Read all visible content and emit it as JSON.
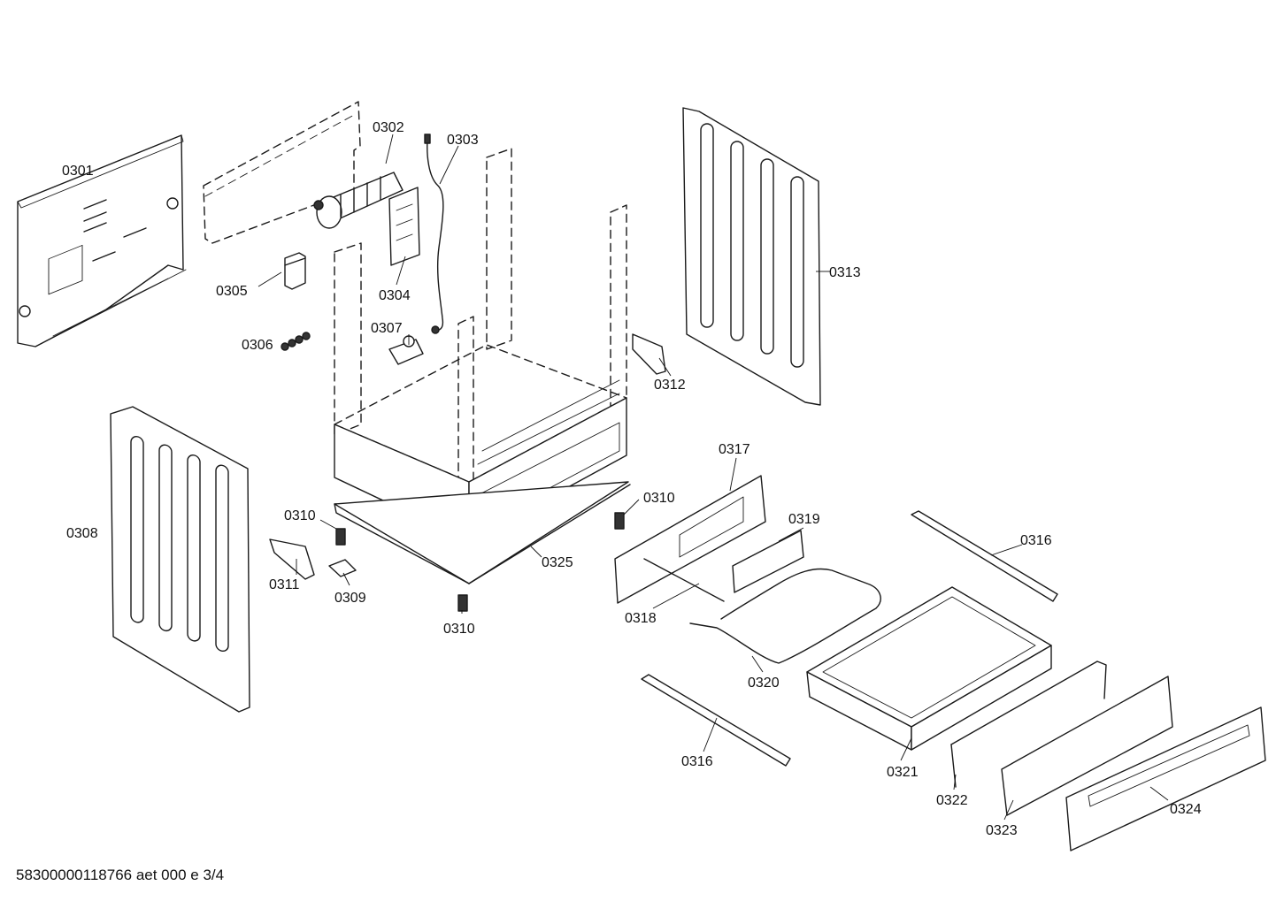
{
  "labels": {
    "p0301": "0301",
    "p0302": "0302",
    "p0303": "0303",
    "p0304": "0304",
    "p0305": "0305",
    "p0306": "0306",
    "p0307": "0307",
    "p0308": "0308",
    "p0309": "0309",
    "p0310a": "0310",
    "p0310b": "0310",
    "p0310c": "0310",
    "p0311": "0311",
    "p0312": "0312",
    "p0313": "0313",
    "p0316a": "0316",
    "p0316b": "0316",
    "p0317": "0317",
    "p0318": "0318",
    "p0319": "0319",
    "p0320": "0320",
    "p0321": "0321",
    "p0322": "0322",
    "p0323": "0323",
    "p0324": "0324",
    "p0325": "0325"
  },
  "footer": "58300000118766 aet 000 e 3/4"
}
